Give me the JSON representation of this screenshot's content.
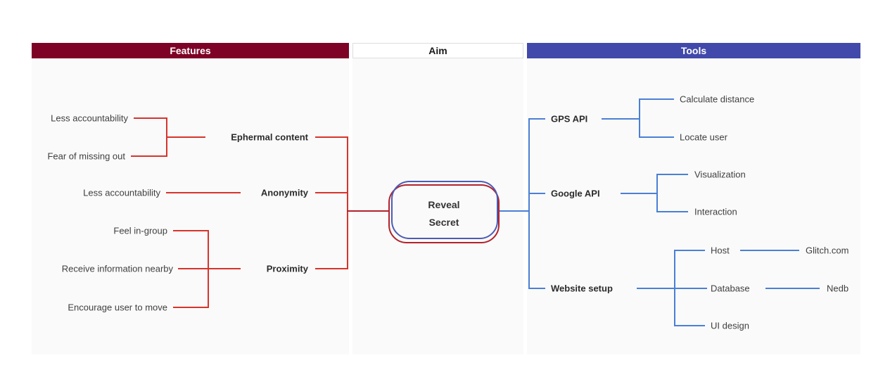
{
  "columns": {
    "features": {
      "title": "Features"
    },
    "aim": {
      "title": "Aim"
    },
    "tools": {
      "title": "Tools"
    }
  },
  "center": {
    "line1": "Reveal",
    "line2": "Secret"
  },
  "features": {
    "branches": [
      {
        "label": "Ephermal content",
        "children": [
          {
            "label": "Less accountability"
          },
          {
            "label": "Fear of missing out"
          }
        ]
      },
      {
        "label": "Anonymity",
        "children": [
          {
            "label": "Less accountability"
          }
        ]
      },
      {
        "label": "Proximity",
        "children": [
          {
            "label": "Feel in-group"
          },
          {
            "label": "Receive information nearby"
          },
          {
            "label": "Encourage user to move"
          }
        ]
      }
    ]
  },
  "tools": {
    "branches": [
      {
        "label": "GPS API",
        "children": [
          {
            "label": "Calculate distance"
          },
          {
            "label": "Locate user"
          }
        ]
      },
      {
        "label": "Google API",
        "children": [
          {
            "label": "Visualization"
          },
          {
            "label": "Interaction"
          }
        ]
      },
      {
        "label": "Website setup",
        "children": [
          {
            "label": "Host",
            "children": [
              {
                "label": "Glitch.com"
              }
            ]
          },
          {
            "label": "Database",
            "children": [
              {
                "label": "Nedb"
              }
            ]
          },
          {
            "label": "UI design"
          }
        ]
      }
    ]
  },
  "colors": {
    "features_header": "#7e0226",
    "tools_header": "#4149ab",
    "aim_border": "#dddddd",
    "panel_bg": "#fafafa",
    "red_line": "#d6342c",
    "blue_line": "#4a7fd6",
    "node_red": "#b2222c",
    "node_blue": "#4d5cb5"
  }
}
